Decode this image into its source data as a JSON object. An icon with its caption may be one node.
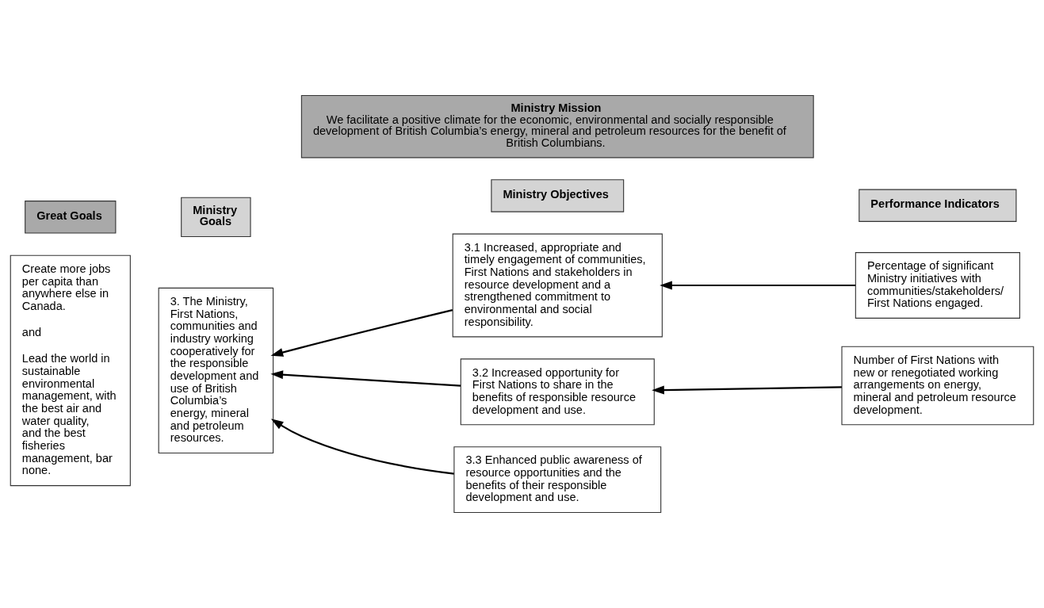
{
  "diagram": {
    "nodes": [
      {
        "text": [
          "Great Goals"
        ]
      },
      {
        "text": [
          "Ministry Mission",
          "We facilitate a positive climate for the economic, environmental and socially responsible development of British Columbia’s energy, mineral and petroleum resources for the benefit of British Columbians."
        ]
      },
      {
        "text": [
          "Ministry Goals"
        ]
      },
      {
        "text": [
          "Ministry Objectives"
        ]
      },
      {
        "text": [
          "Performance Indicators"
        ]
      },
      {
        "text": [
          "Create more jobs per capita than anywhere else in Canada.",
          "and",
          "Lead the world in sustainable environmental management, with the best air and water quality, and the best fisheries management, bar none."
        ]
      },
      {
        "text": [
          "3. The Ministry, First Nations, communities and industry working cooperatively for the responsible development and use of British Columbia’s energy, mineral and petroleum resources."
        ]
      },
      {
        "text": [
          "3.1 Increased, appropriate and timely engagement of communities, First Nations and stakeholders in resource development and a strengthened commitment to environmental and social responsibility."
        ]
      },
      {
        "text": [
          "Percentage of significant Ministry initiatives with communities/stakeholders/ First Nations engaged."
        ]
      },
      {
        "text": [
          "3.2 Increased opportunity for First Nations to share in the benefits of responsible resource development and use."
        ]
      },
      {
        "text": [
          "Number of First Nations with new or renegotiated working arrangements on energy, mineral and petroleum resource development."
        ]
      },
      {
        "text": [
          "3.3 Enhanced public awareness of resource opportunities and the benefits of their responsible development and use."
        ]
      }
    ],
    "edges": [
      {
        "from": 7,
        "to": 6,
        "arrow": "to"
      },
      {
        "from": 8,
        "to": 7,
        "arrow": "to"
      },
      {
        "from": 9,
        "to": 6,
        "arrow": "to"
      },
      {
        "from": 10,
        "to": 9,
        "arrow": "to"
      },
      {
        "from": 11,
        "to": 6,
        "arrow": "to"
      }
    ]
  }
}
